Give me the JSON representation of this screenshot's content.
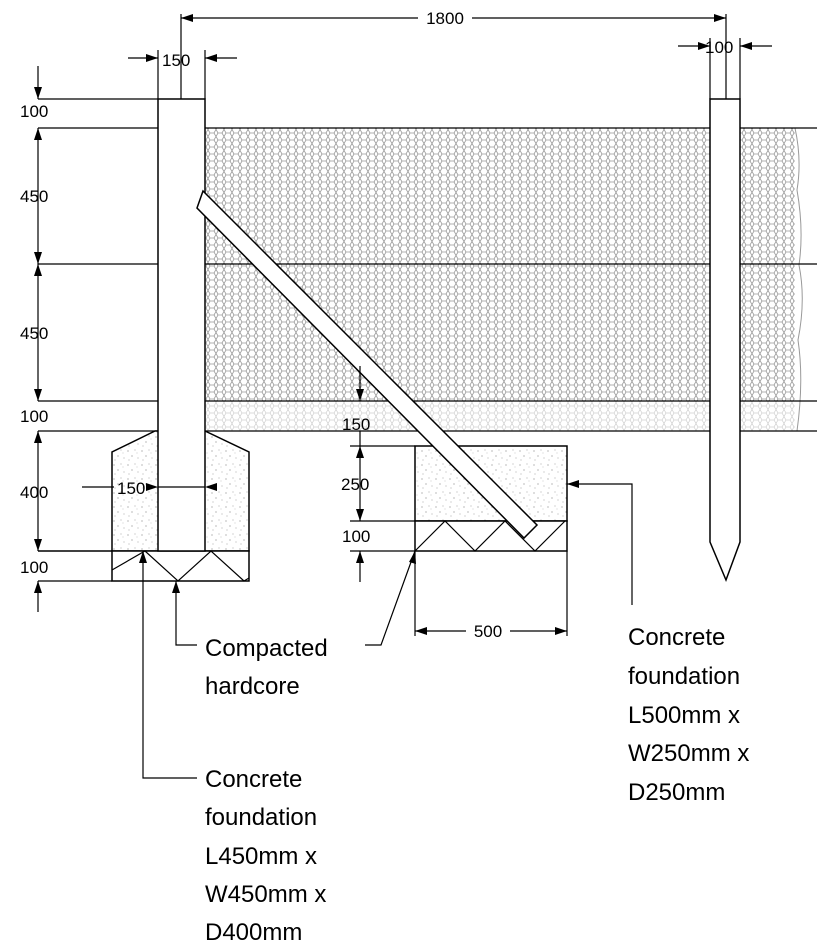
{
  "dimensions": {
    "post_spacing": "1800",
    "left_post_width": "150",
    "right_post_width": "100",
    "top_clearance": "100",
    "upper_mesh_height": "450",
    "lower_mesh_height": "450",
    "ground_clearance": "100",
    "footing_depth": "400",
    "footing_post_width": "150",
    "footing_hardcore": "100",
    "strut_clearance": "150",
    "strut_block_depth": "250",
    "strut_hardcore": "100",
    "strut_block_length": "500"
  },
  "notes": {
    "hardcore": [
      "Compacted",
      "hardcore"
    ],
    "strut_foundation": [
      "Concrete",
      "foundation",
      "L500mm x",
      "W250mm x",
      "D250mm"
    ],
    "post_foundation": [
      "Concrete",
      "foundation",
      "L450mm x",
      "W450mm x",
      "D400mm"
    ]
  },
  "colors": {
    "line": "#000000",
    "mesh": "#9a9a9a",
    "concrete_speckle": "#8c8c8c",
    "background": "#ffffff"
  }
}
